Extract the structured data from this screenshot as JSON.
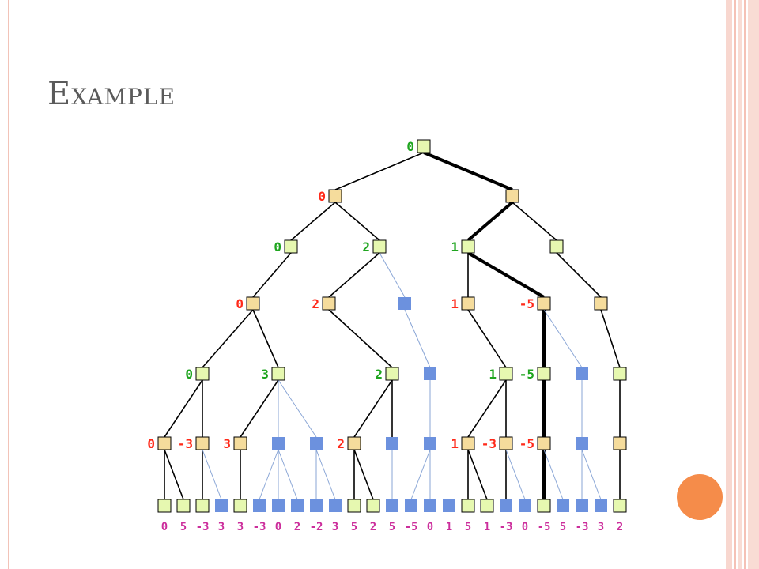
{
  "slide": {
    "title": "Example"
  },
  "colors": {
    "max_node_fill": "#f5dc9c",
    "min_node_fill": "#e6f8b0",
    "pruned_node_fill": "#6c91de",
    "red_value": "#ff2a1a",
    "green_value": "#1fa51f",
    "leaf_value": "#cc2e9c",
    "thin_edge": "#000000",
    "pruned_edge": "#8aa6d6",
    "accent_circle": "#f58c4a",
    "side_stripe": "#f5c2b6"
  },
  "tree": {
    "nodes": [
      {
        "id": "r",
        "level": 0,
        "fill": "min",
        "label": "0",
        "label_color": "green"
      },
      {
        "id": "a",
        "level": 1,
        "fill": "max",
        "label": "0",
        "label_color": "red"
      },
      {
        "id": "b",
        "level": 1,
        "fill": "max",
        "label": "",
        "label_color": "red"
      },
      {
        "id": "a1",
        "level": 2,
        "fill": "min",
        "label": "0",
        "label_color": "green"
      },
      {
        "id": "a2",
        "level": 2,
        "fill": "min",
        "label": "2",
        "label_color": "green"
      },
      {
        "id": "b1",
        "level": 2,
        "fill": "min",
        "label": "1",
        "label_color": "green"
      },
      {
        "id": "b2",
        "level": 2,
        "fill": "min",
        "label": "",
        "label_color": "green"
      },
      {
        "id": "c1",
        "level": 3,
        "fill": "max",
        "label": "0",
        "label_color": "red"
      },
      {
        "id": "c2",
        "level": 3,
        "fill": "max",
        "label": "2",
        "label_color": "red"
      },
      {
        "id": "c3",
        "level": 3,
        "fill": "pruned",
        "label": "",
        "label_color": "red"
      },
      {
        "id": "c4",
        "level": 3,
        "fill": "max",
        "label": "1",
        "label_color": "red"
      },
      {
        "id": "c5",
        "level": 3,
        "fill": "max",
        "label": "-5",
        "label_color": "red"
      },
      {
        "id": "c6",
        "level": 3,
        "fill": "max",
        "label": "",
        "label_color": "red"
      },
      {
        "id": "d1",
        "level": 4,
        "fill": "min",
        "label": "0",
        "label_color": "green"
      },
      {
        "id": "d2",
        "level": 4,
        "fill": "min",
        "label": "3",
        "label_color": "green"
      },
      {
        "id": "d3",
        "level": 4,
        "fill": "min",
        "label": "2",
        "label_color": "green"
      },
      {
        "id": "d4",
        "level": 4,
        "fill": "pruned",
        "label": "",
        "label_color": "green"
      },
      {
        "id": "d5",
        "level": 4,
        "fill": "min",
        "label": "1",
        "label_color": "green"
      },
      {
        "id": "d6",
        "level": 4,
        "fill": "min",
        "label": "-5",
        "label_color": "green"
      },
      {
        "id": "d7",
        "level": 4,
        "fill": "pruned",
        "label": "",
        "label_color": "green"
      },
      {
        "id": "d8",
        "level": 4,
        "fill": "min",
        "label": "",
        "label_color": "green"
      },
      {
        "id": "e1",
        "level": 5,
        "fill": "max",
        "label": "0",
        "label_color": "red"
      },
      {
        "id": "e2",
        "level": 5,
        "fill": "max",
        "label": "-3",
        "label_color": "red"
      },
      {
        "id": "e3",
        "level": 5,
        "fill": "max",
        "label": "3",
        "label_color": "red"
      },
      {
        "id": "e4",
        "level": 5,
        "fill": "pruned",
        "label": "",
        "label_color": "red"
      },
      {
        "id": "e5",
        "level": 5,
        "fill": "pruned",
        "label": "",
        "label_color": "red"
      },
      {
        "id": "e6",
        "level": 5,
        "fill": "max",
        "label": "2",
        "label_color": "red"
      },
      {
        "id": "e7",
        "level": 5,
        "fill": "pruned",
        "label": "",
        "label_color": "red"
      },
      {
        "id": "e8",
        "level": 5,
        "fill": "pruned",
        "label": "",
        "label_color": "red"
      },
      {
        "id": "e9",
        "level": 5,
        "fill": "max",
        "label": "1",
        "label_color": "red"
      },
      {
        "id": "e10",
        "level": 5,
        "fill": "max",
        "label": "-3",
        "label_color": "red"
      },
      {
        "id": "e11",
        "level": 5,
        "fill": "max",
        "label": "-5",
        "label_color": "red"
      },
      {
        "id": "e12",
        "level": 5,
        "fill": "pruned",
        "label": "",
        "label_color": "red"
      },
      {
        "id": "e13",
        "level": 5,
        "fill": "max",
        "label": "",
        "label_color": "red"
      }
    ],
    "leaves": [
      {
        "id": "l1",
        "value": "0",
        "fill": "min"
      },
      {
        "id": "l2",
        "value": "5",
        "fill": "min"
      },
      {
        "id": "l3",
        "value": "-3",
        "fill": "min"
      },
      {
        "id": "l4",
        "value": "3",
        "fill": "pruned"
      },
      {
        "id": "l5",
        "value": "3",
        "fill": "min"
      },
      {
        "id": "l6",
        "value": "-3",
        "fill": "pruned"
      },
      {
        "id": "l7",
        "value": "0",
        "fill": "pruned"
      },
      {
        "id": "l8",
        "value": "2",
        "fill": "pruned"
      },
      {
        "id": "l9",
        "value": "-2",
        "fill": "pruned"
      },
      {
        "id": "l10",
        "value": "3",
        "fill": "pruned"
      },
      {
        "id": "l11",
        "value": "5",
        "fill": "min"
      },
      {
        "id": "l12",
        "value": "2",
        "fill": "min"
      },
      {
        "id": "l13",
        "value": "5",
        "fill": "pruned"
      },
      {
        "id": "l14",
        "value": "-5",
        "fill": "pruned"
      },
      {
        "id": "l15",
        "value": "0",
        "fill": "pruned"
      },
      {
        "id": "l16",
        "value": "1",
        "fill": "pruned"
      },
      {
        "id": "l17",
        "value": "5",
        "fill": "min"
      },
      {
        "id": "l18",
        "value": "1",
        "fill": "min"
      },
      {
        "id": "l19",
        "value": "-3",
        "fill": "pruned"
      },
      {
        "id": "l20",
        "value": "0",
        "fill": "pruned"
      },
      {
        "id": "l21",
        "value": "-5",
        "fill": "min"
      },
      {
        "id": "l22",
        "value": "5",
        "fill": "pruned"
      },
      {
        "id": "l23",
        "value": "-3",
        "fill": "pruned"
      },
      {
        "id": "l24",
        "value": "3",
        "fill": "pruned"
      },
      {
        "id": "l25",
        "value": "2",
        "fill": "min"
      }
    ],
    "edges": [
      {
        "from": "r",
        "to": "a",
        "style": "thin"
      },
      {
        "from": "r",
        "to": "b",
        "style": "bold"
      },
      {
        "from": "a",
        "to": "a1",
        "style": "thin"
      },
      {
        "from": "a",
        "to": "a2",
        "style": "thin"
      },
      {
        "from": "b",
        "to": "b1",
        "style": "bold"
      },
      {
        "from": "b",
        "to": "b2",
        "style": "thin"
      },
      {
        "from": "a1",
        "to": "c1",
        "style": "thin"
      },
      {
        "from": "a2",
        "to": "c2",
        "style": "thin"
      },
      {
        "from": "a2",
        "to": "c3",
        "style": "pruned"
      },
      {
        "from": "b1",
        "to": "c4",
        "style": "thin"
      },
      {
        "from": "b1",
        "to": "c5",
        "style": "bold"
      },
      {
        "from": "b2",
        "to": "c6",
        "style": "thin"
      },
      {
        "from": "c1",
        "to": "d1",
        "style": "thin"
      },
      {
        "from": "c1",
        "to": "d2",
        "style": "thin"
      },
      {
        "from": "c2",
        "to": "d3",
        "style": "thin"
      },
      {
        "from": "c3",
        "to": "d4",
        "style": "pruned"
      },
      {
        "from": "c4",
        "to": "d5",
        "style": "thin"
      },
      {
        "from": "c5",
        "to": "d6",
        "style": "bold"
      },
      {
        "from": "c5",
        "to": "d7",
        "style": "pruned"
      },
      {
        "from": "c6",
        "to": "d8",
        "style": "thin"
      },
      {
        "from": "d1",
        "to": "e1",
        "style": "thin"
      },
      {
        "from": "d1",
        "to": "e2",
        "style": "thin"
      },
      {
        "from": "d2",
        "to": "e3",
        "style": "thin"
      },
      {
        "from": "d2",
        "to": "e4",
        "style": "pruned"
      },
      {
        "from": "d2",
        "to": "e5",
        "style": "pruned"
      },
      {
        "from": "d3",
        "to": "e6",
        "style": "thin"
      },
      {
        "from": "d3",
        "to": "e7",
        "style": "thin"
      },
      {
        "from": "d4",
        "to": "e8",
        "style": "pruned"
      },
      {
        "from": "d5",
        "to": "e9",
        "style": "thin"
      },
      {
        "from": "d5",
        "to": "e10",
        "style": "thin"
      },
      {
        "from": "d6",
        "to": "e11",
        "style": "bold"
      },
      {
        "from": "d7",
        "to": "e12",
        "style": "pruned"
      },
      {
        "from": "d8",
        "to": "e13",
        "style": "thin"
      },
      {
        "from": "e1",
        "to": "l1",
        "style": "thin"
      },
      {
        "from": "e1",
        "to": "l2",
        "style": "thin"
      },
      {
        "from": "e2",
        "to": "l3",
        "style": "thin"
      },
      {
        "from": "e2",
        "to": "l4",
        "style": "pruned"
      },
      {
        "from": "e3",
        "to": "l5",
        "style": "thin"
      },
      {
        "from": "e4",
        "to": "l6",
        "style": "pruned"
      },
      {
        "from": "e4",
        "to": "l7",
        "style": "pruned"
      },
      {
        "from": "e4",
        "to": "l8",
        "style": "pruned"
      },
      {
        "from": "e5",
        "to": "l9",
        "style": "pruned"
      },
      {
        "from": "e5",
        "to": "l10",
        "style": "pruned"
      },
      {
        "from": "e6",
        "to": "l11",
        "style": "thin"
      },
      {
        "from": "e6",
        "to": "l12",
        "style": "thin"
      },
      {
        "from": "e7",
        "to": "l13",
        "style": "pruned"
      },
      {
        "from": "e8",
        "to": "l14",
        "style": "pruned"
      },
      {
        "from": "e8",
        "to": "l15",
        "style": "pruned"
      },
      {
        "from": "e9",
        "to": "l17",
        "style": "thin"
      },
      {
        "from": "e9",
        "to": "l18",
        "style": "thin"
      },
      {
        "from": "e10",
        "to": "l19",
        "style": "thin"
      },
      {
        "from": "e10",
        "to": "l20",
        "style": "pruned"
      },
      {
        "from": "e11",
        "to": "l21",
        "style": "bold"
      },
      {
        "from": "e11",
        "to": "l22",
        "style": "pruned"
      },
      {
        "from": "e12",
        "to": "l23",
        "style": "pruned"
      },
      {
        "from": "e12",
        "to": "l24",
        "style": "pruned"
      },
      {
        "from": "e13",
        "to": "l25",
        "style": "thin"
      }
    ]
  }
}
